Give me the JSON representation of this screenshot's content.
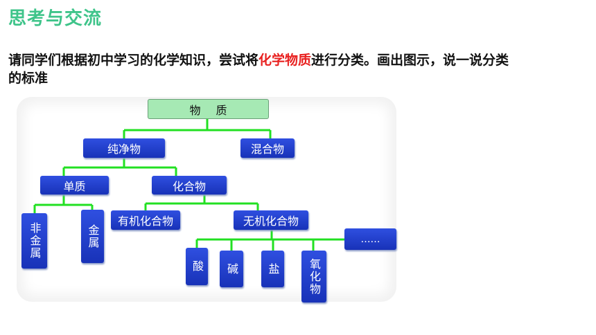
{
  "header": {
    "title": "思考与交流"
  },
  "question": {
    "part1": "请同学们根据初中学习的化学知识，尝试将",
    "highlight": "化学物质",
    "part2": "进行分类。画出图示，说一说分类的标准"
  },
  "tree": {
    "root": "物质",
    "pure": "纯净物",
    "mixture": "混合物",
    "element": "单质",
    "compound": "化合物",
    "nonmetal": "非金属",
    "metal": "金属",
    "organic": "有机化合物",
    "inorganic": "无机化合物",
    "more": "……",
    "acid": "酸",
    "base": "碱",
    "salt": "盐",
    "oxide": "氧化物"
  },
  "colors": {
    "title": "#3fc48a",
    "highlight": "#e8201f",
    "connector": "#22e022",
    "box": "#2040d0",
    "root": "#a6e9b4"
  }
}
